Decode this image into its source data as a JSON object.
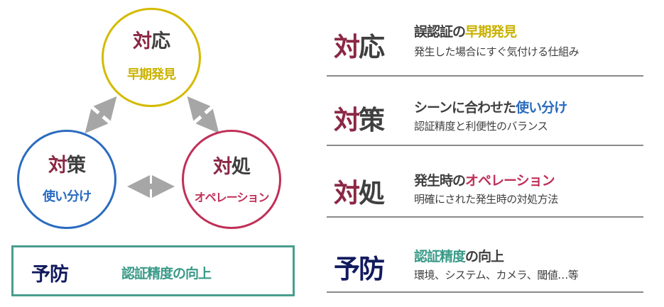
{
  "diagram": {
    "top": {
      "title_a": "対",
      "title_b": "応",
      "subtitle": "早期発見"
    },
    "left": {
      "title_a": "対",
      "title_b": "策",
      "subtitle": "使い分け"
    },
    "right": {
      "title_a": "対",
      "title_b": "処",
      "subtitle": "オペレーション"
    },
    "prevention": {
      "title": "予防",
      "subtitle": "認証精度の向上"
    }
  },
  "rows": [
    {
      "title_a": "対",
      "title_b": "応",
      "head_a": "誤認証の",
      "head_b": "早期発見",
      "sub": "発生した場合にすぐ気付ける仕組み"
    },
    {
      "title_a": "対",
      "title_b": "策",
      "head_a": "シーンに合わせた",
      "head_b": "使い分け",
      "sub": "認証精度と利便性のバランス"
    },
    {
      "title_a": "対",
      "title_b": "処",
      "head_a": "発生時の",
      "head_b": "オペレーション",
      "sub": "明確にされた発生時の対処方法"
    },
    {
      "title": "予防",
      "head_a": "認証精度",
      "head_b": "の向上",
      "sub": "環境、システム、カメラ、閾値…等"
    }
  ],
  "colors": {
    "maroon": "#8b2846",
    "gray": "#3f3f3f",
    "yellow": "#c9b200",
    "blue": "#2a6cc0",
    "crimson": "#c03058",
    "teal": "#3a9a88",
    "navy": "#111a5e",
    "arrow": "#a6a6a6"
  }
}
